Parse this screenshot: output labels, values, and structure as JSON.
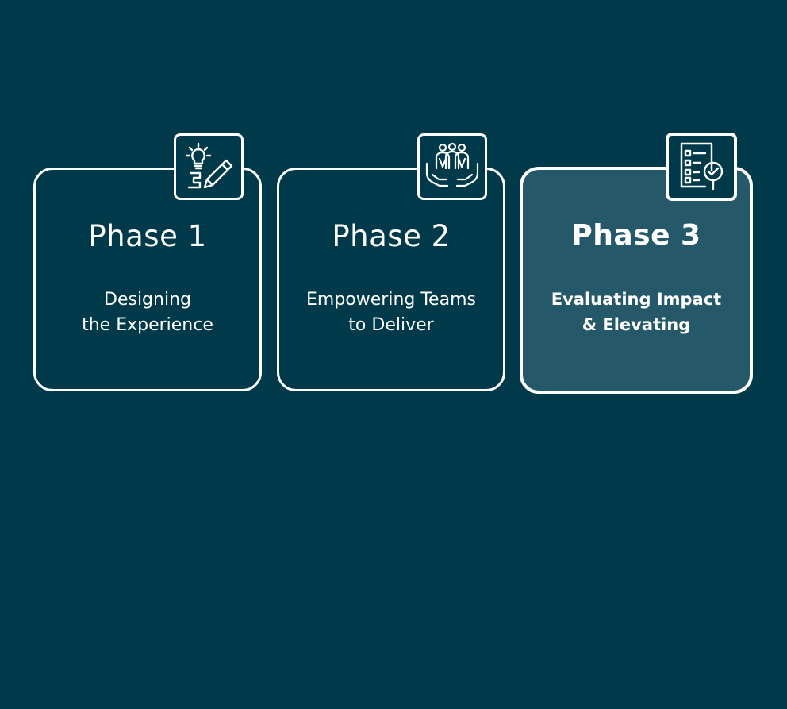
{
  "phases": [
    {
      "title": "Phase 1",
      "description_lines": [
        "Designing",
        "the Experience"
      ],
      "icon": "lightbulb-pencil-icon"
    },
    {
      "title": "Phase 2",
      "description_lines": [
        "Empowering Teams",
        "to Deliver"
      ],
      "icon": "team-hands-icon"
    },
    {
      "title": "Phase 3",
      "description_lines": [
        "Evaluating Impact",
        "& Elevating"
      ],
      "icon": "checklist-magnifier-icon",
      "active": true
    }
  ],
  "colors": {
    "background": "#003a4a",
    "active_card": "#25596a",
    "foreground": "#ffffff"
  }
}
